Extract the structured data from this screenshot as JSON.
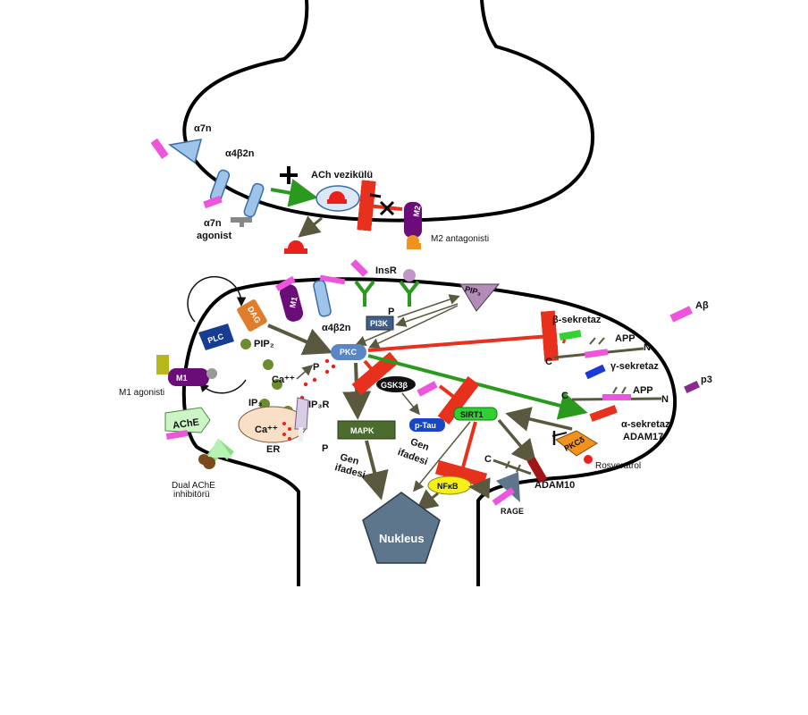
{
  "labels": {
    "a7n": "α7n",
    "a4b2n_top": "α4β2n",
    "a7n_agonist_1": "α7n",
    "a7n_agonist_2": "agonist",
    "ach_vesicle": "ACh vezikülü",
    "m2": "M2",
    "m2_antagonist": "M2 antagonisti",
    "insr": "InsR",
    "pip3": "PIP₃",
    "pi3k": "PI3K",
    "p_pi3k": "P",
    "dag": "DAG",
    "m1_post": "M1",
    "a4b2n_post": "α4β2n",
    "plc": "PLC",
    "pip2": "PIP₂",
    "pkc": "PKC",
    "p_pkc": "P",
    "ca": "Ca⁺⁺",
    "ip3": "IP₃",
    "ip3r": "IP₃R",
    "ca_er": "Ca⁺⁺",
    "er": "ER",
    "m1_left": "M1",
    "m1_agonist": "M1 agonisti",
    "ache": "AChE",
    "dual_1": "Dual AChE",
    "dual_2": "inhibitörü",
    "gsk3b": "GSK3β",
    "ptau": "p-Tau",
    "sirt1": "SIRT1",
    "mapk": "MAPK",
    "p_mapk": "P",
    "gen_1a": "Gen",
    "gen_1b": "ifadesi",
    "gen_2a": "Gen",
    "gen_2b": "ifadesi",
    "nfkb": "NFκB",
    "nucleus": "Nukleus",
    "beta_sec": "β-sekretaz",
    "app_1": "APP",
    "n_1": "N",
    "c_1": "C",
    "gamma_sec": "γ-sekretaz",
    "app_2": "APP",
    "c_2": "C",
    "n_2": "N",
    "alpha_sec_1": "α-sekretaz",
    "alpha_sec_2": "ADAM17",
    "pkc_rot": "PKCδ",
    "rosveratrol": "Rosveratrol",
    "adam10": "ADAM10",
    "c_3": "C",
    "rage": "RAGE",
    "abeta": "Aβ",
    "p3": "p3"
  },
  "colors": {
    "activation": "#2a9a1f",
    "inhibition": "#e8311c",
    "pathway": "#5a5940",
    "marker": "#ee55dd",
    "receptor": "#9ec4ea",
    "m_receptor": "#6a0d78",
    "pkc": "#5b86c4",
    "nucleus": "#5e768c",
    "mapk": "#4c6b2f",
    "sirt1": "#2fd02f",
    "nfkb": "#f5f019",
    "ptau": "#1746c9",
    "dag": "#e07d2b",
    "plc": "#163d91",
    "pi3k": "#3f5e8a",
    "pip3": "#b38cb8",
    "alpha_secretase": "#e8311c",
    "beta_secretase": "#33d133",
    "gamma_secretase": "#1a3ad6",
    "adam10": "#a31515",
    "pkc_rot": "#f1911e",
    "ache": "#ccf4c6",
    "dual_inhibitor": "#b6f2b3",
    "er": "#f9dfc6",
    "p3": "#8a2a8f"
  },
  "icons": [
    "neuron-membrane",
    "ach-vesicle",
    "nucleus-pentagon",
    "receptor-cylinder",
    "y-receptor",
    "cycle-arrow"
  ]
}
